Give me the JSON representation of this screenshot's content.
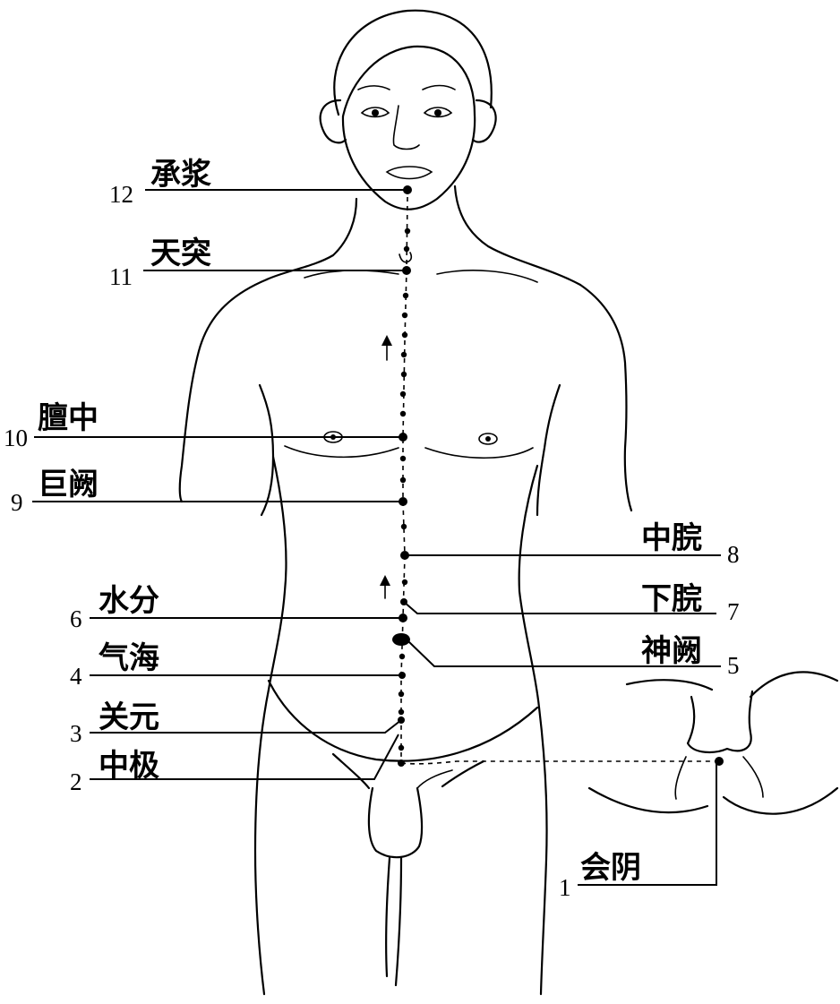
{
  "points": [
    {
      "num": "12",
      "name": "承浆"
    },
    {
      "num": "11",
      "name": "天突"
    },
    {
      "num": "10",
      "name": "膻中"
    },
    {
      "num": "9",
      "name": "巨阙"
    },
    {
      "num": "8",
      "name": "中脘"
    },
    {
      "num": "7",
      "name": "下脘"
    },
    {
      "num": "6",
      "name": "水分"
    },
    {
      "num": "5",
      "name": "神阙"
    },
    {
      "num": "4",
      "name": "气海"
    },
    {
      "num": "3",
      "name": "关元"
    },
    {
      "num": "2",
      "name": "中极"
    },
    {
      "num": "1",
      "name": "会阴"
    }
  ]
}
